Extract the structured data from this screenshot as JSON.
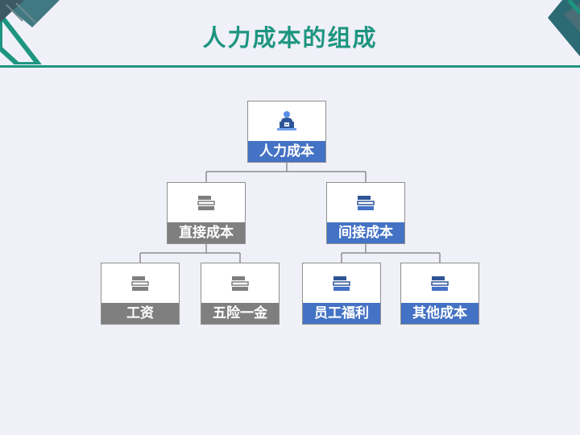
{
  "slide": {
    "title": "人力成本的组成"
  },
  "tree": {
    "root": {
      "label": "人力成本",
      "icon": "person-at-desk-icon",
      "color": "#4472c4"
    },
    "level1": [
      {
        "label": "直接成本",
        "icon": "book-stack-icon",
        "color": "#7f7f7f"
      },
      {
        "label": "间接成本",
        "icon": "book-stack-icon",
        "color": "#4472c4"
      }
    ],
    "level2": [
      {
        "label": "工资",
        "icon": "book-stack-icon",
        "color": "#7f7f7f"
      },
      {
        "label": "五险一金",
        "icon": "book-stack-icon",
        "color": "#7f7f7f"
      },
      {
        "label": "员工福利",
        "icon": "book-stack-icon",
        "color": "#4472c4"
      },
      {
        "label": "其他成本",
        "icon": "book-stack-icon",
        "color": "#4472c4"
      }
    ]
  },
  "colors": {
    "accent_teal": "#1e9580",
    "box_blue": "#4472c4",
    "box_grey": "#7f7f7f",
    "background": "#eff0f8"
  }
}
